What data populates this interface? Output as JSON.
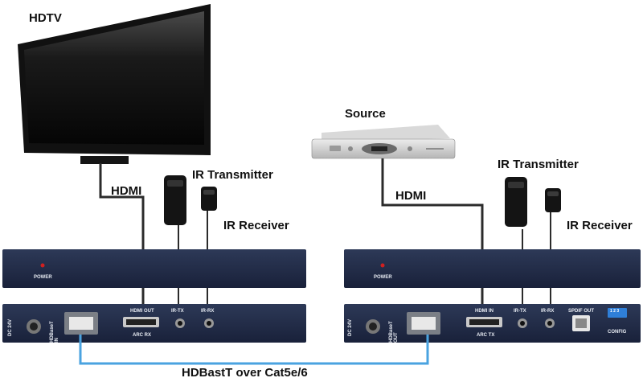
{
  "labels": {
    "hdtv": "HDTV",
    "source": "Source",
    "hdmi_left": "HDMI",
    "hdmi_right": "HDMI",
    "ir_tx_left": "IR Transmitter",
    "ir_rx_left": "IR Receiver",
    "ir_tx_right": "IR Transmitter",
    "ir_rx_right": "IR Receiver",
    "link": "HDBastT over Cat5e/6"
  },
  "receiver": {
    "power": "POWER",
    "dc": "DC 24V",
    "hdbaset": "HDBaseT IN",
    "hdmi": "HDMI OUT",
    "arc": "ARC RX",
    "irtx": "IR-TX",
    "irrx": "IR-RX"
  },
  "transmitter": {
    "power": "POWER",
    "dc": "DC 24V",
    "hdbaset": "HDBaseT OUT",
    "hdmi": "HDMI IN",
    "arc": "ARC TX",
    "irtx": "IR-TX",
    "irrx": "IR-RX",
    "spdif": "SPDIF OUT",
    "config": "CONFIG",
    "dip": "1 2 3"
  },
  "colors": {
    "unit_body": "#1f2840",
    "cable": "#2b2b2b",
    "network_cable": "#4aa3e0",
    "power_led": "#d02020"
  }
}
